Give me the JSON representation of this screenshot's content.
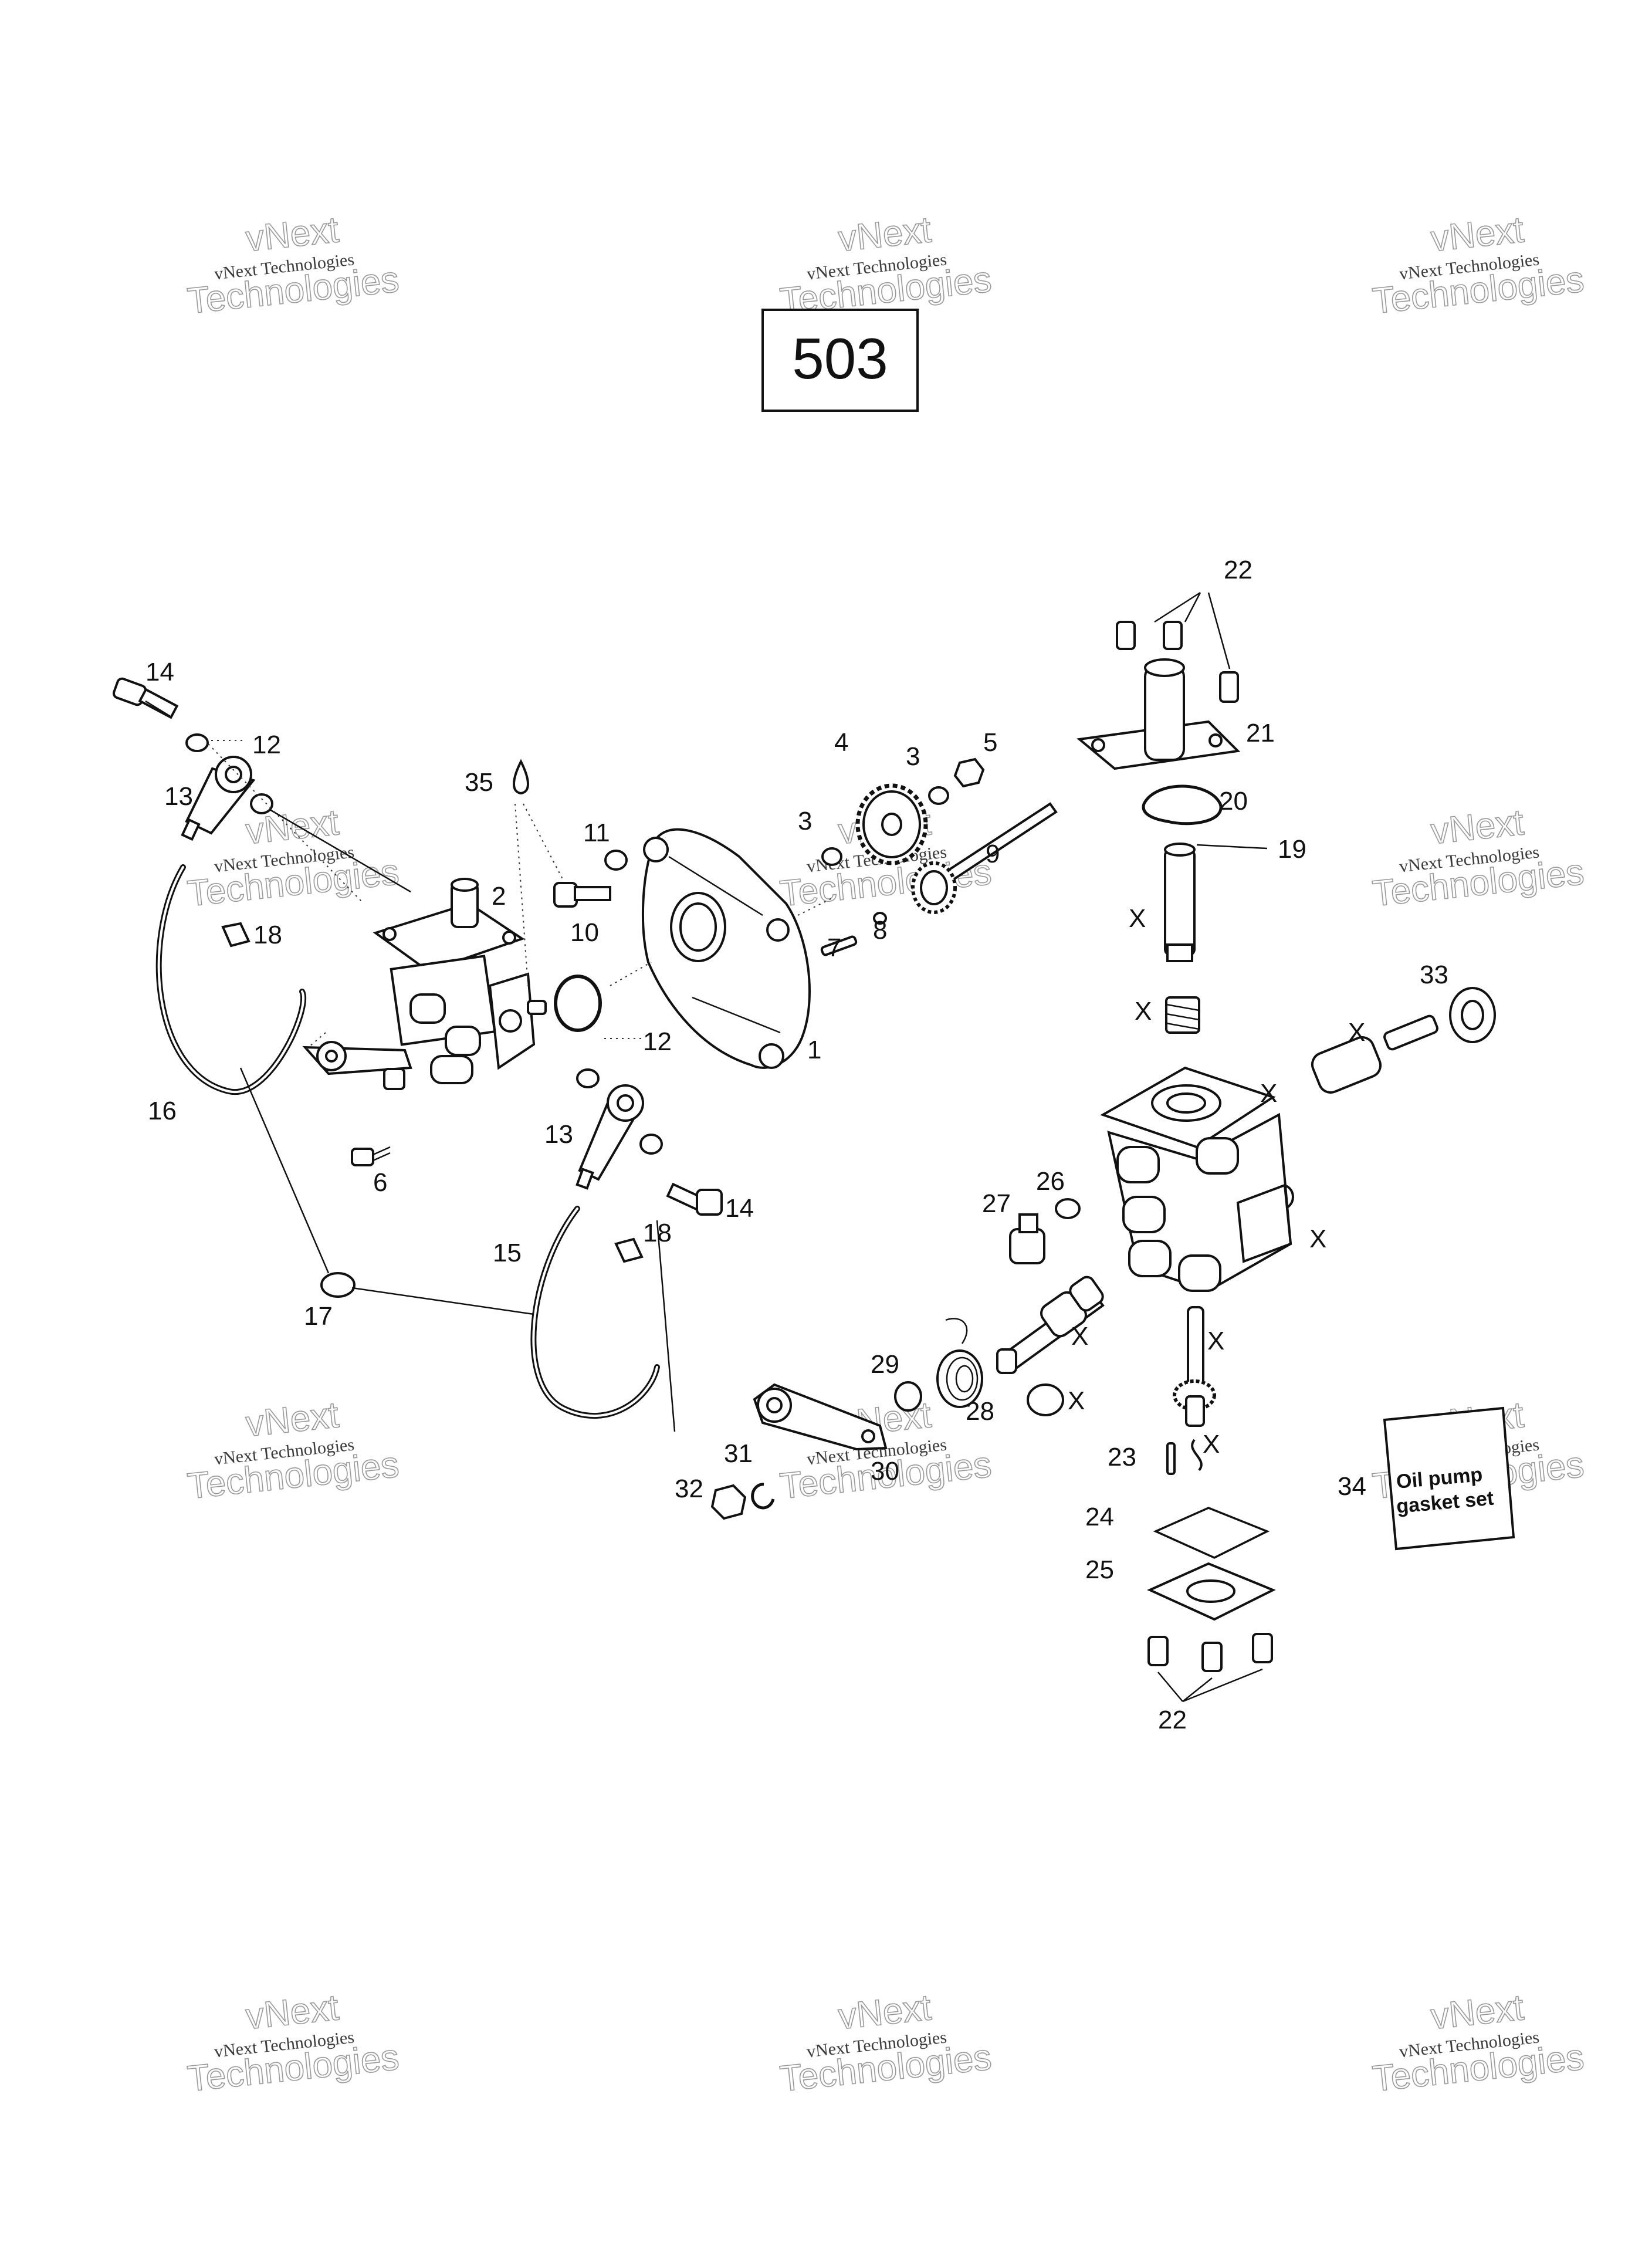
{
  "diagram": {
    "box_label": "503",
    "watermark_line1": "vNext Technologies",
    "watermark_line2": "Technologies",
    "watermark_over": "vNext",
    "callouts": {
      "c1": "1",
      "c2": "2",
      "c3a": "3",
      "c3b": "3",
      "c4": "4",
      "c5": "5",
      "c6": "6",
      "c7": "7",
      "c8": "8",
      "c9": "9",
      "c10": "10",
      "c11": "11",
      "c12a": "12",
      "c12b": "12",
      "c13a": "13",
      "c13b": "13",
      "c14a": "14",
      "c14b": "14",
      "c15": "15",
      "c16": "16",
      "c17": "17",
      "c18a": "18",
      "c18b": "18",
      "c19": "19",
      "c20": "20",
      "c21": "21",
      "c22a": "22",
      "c22b": "22",
      "c23": "23",
      "c24": "24",
      "c25": "25",
      "c26": "26",
      "c27": "27",
      "c28": "28",
      "c29": "29",
      "c30": "30",
      "c31": "31",
      "c32": "32",
      "c33": "33",
      "c34": "34",
      "c35": "35"
    },
    "x_marks": [
      "X",
      "X",
      "X",
      "X",
      "X",
      "X",
      "X",
      "X",
      "X"
    ],
    "kit_card": {
      "line1": "Oil pump",
      "line2": "gasket set"
    }
  }
}
